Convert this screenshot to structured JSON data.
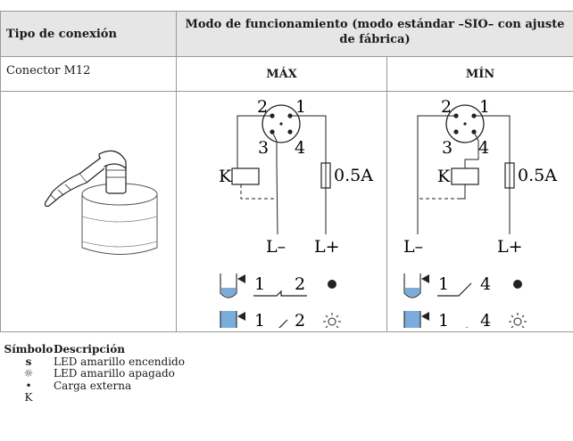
{
  "table": {
    "col1_header": "Tipo de conexión",
    "col2_header": "Modo de funcionamiento (modo estándar –SIO– con ajuste de fábrica)",
    "row_label": "Conector M12",
    "max_label": "MÁX",
    "min_label": "MÍN"
  },
  "diagram": {
    "pin1": "1",
    "pin2": "2",
    "pin3": "3",
    "pin4": "4",
    "k": "K",
    "fuse": "0.5A",
    "lminus": "L–",
    "lplus": "L+",
    "switch_a": "1",
    "switch_b2": "2",
    "switch_b4": "4",
    "led_on": "●",
    "led_off": "☼"
  },
  "legend": {
    "header_symbol": "Símbolo",
    "header_desc": "Descripción",
    "rows": [
      {
        "symbol": "s",
        "desc": "LED amarillo encendido"
      },
      {
        "symbol": "☼",
        "desc": "LED amarillo apagado"
      },
      {
        "symbol": "•",
        "desc": "Carga externa"
      },
      {
        "symbol": "K",
        "desc": ""
      }
    ]
  },
  "colors": {
    "header_bg": "#e6e6e6",
    "border": "#9a9a9a",
    "liquid": "#6a9fd6",
    "liquid_light": "#c5dbf2"
  }
}
